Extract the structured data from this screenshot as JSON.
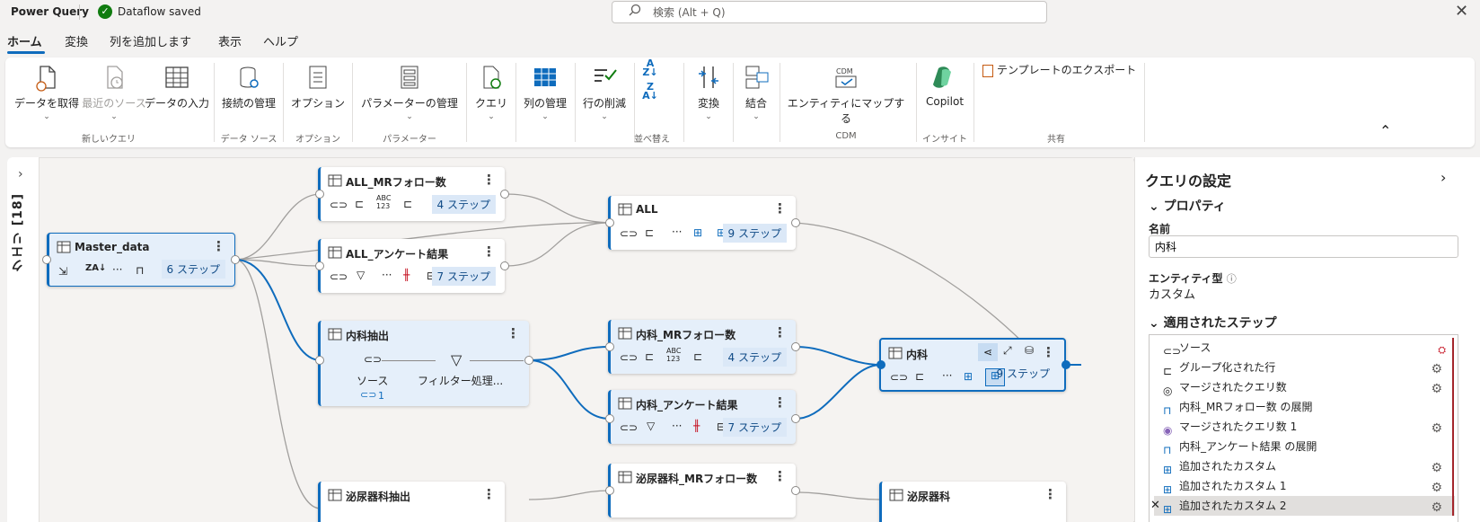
{
  "titlebar": {
    "app_title": "Power Query",
    "save_status": "Dataflow saved",
    "search_placeholder": "検索 (Alt + Q)"
  },
  "tabs": [
    {
      "label": "ホーム",
      "active": true
    },
    {
      "label": "変換"
    },
    {
      "label": "列を追加します"
    },
    {
      "label": "表示"
    },
    {
      "label": "ヘルプ"
    }
  ],
  "ribbon": {
    "get_data": "データを取得",
    "recent_sources": "最近のソース",
    "enter_data": "データの入力",
    "group_new_query": "新しいクエリ",
    "manage_connections": "接続の管理",
    "group_data_source": "データ ソース",
    "options": "オプション",
    "group_options": "オプション",
    "manage_parameters": "パラメーターの管理",
    "group_parameters": "パラメーター",
    "query": "クエリ",
    "manage_columns": "列の管理",
    "reduce_rows": "行の削減",
    "group_sort": "並べ替え",
    "transform": "変換",
    "combine": "結合",
    "map_to_entity": "エンティティにマップする",
    "group_cdm": "CDM",
    "copilot": "Copilot",
    "group_insights": "インサイト",
    "export_template": "テンプレートのエクスポート",
    "group_share": "共有"
  },
  "left_rail": {
    "label": "クエリ [18]"
  },
  "diagram": {
    "nodes": [
      {
        "title": "Master_data",
        "steps": "6 ステップ"
      },
      {
        "title": "ALL_MRフォロー数",
        "steps": "4 ステップ"
      },
      {
        "title": "ALL_アンケート結果",
        "steps": "7 ステップ"
      },
      {
        "title": "ALL",
        "steps": "9 ステップ"
      },
      {
        "title": "内科抽出",
        "source_label": "ソース",
        "filter_label": "フィルター処理...",
        "link_count": "1"
      },
      {
        "title": "内科_MRフォロー数",
        "steps": "4 ステップ"
      },
      {
        "title": "内科_アンケート結果",
        "steps": "7 ステップ"
      },
      {
        "title": "内科",
        "steps": "9 ステップ"
      },
      {
        "title": "泌尿器科_MRフォロー数"
      },
      {
        "title": "泌尿器科抽出"
      },
      {
        "title": "泌尿器科"
      }
    ]
  },
  "settings": {
    "title": "クエリの設定",
    "properties_header": "プロパティ",
    "name_label": "名前",
    "name_value": "内科",
    "entity_type_label": "エンティティ型",
    "entity_type_value": "カスタム",
    "applied_steps_header": "適用されたステップ",
    "steps": [
      {
        "label": "ソース"
      },
      {
        "label": "グループ化された行"
      },
      {
        "label": "マージされたクエリ数"
      },
      {
        "label": "内科_MRフォロー数 の展開"
      },
      {
        "label": "マージされたクエリ数 1"
      },
      {
        "label": "内科_アンケート結果 の展開"
      },
      {
        "label": "追加されたカスタム"
      },
      {
        "label": "追加されたカスタム 1"
      },
      {
        "label": "追加されたカスタム 2",
        "selected": true
      }
    ]
  }
}
